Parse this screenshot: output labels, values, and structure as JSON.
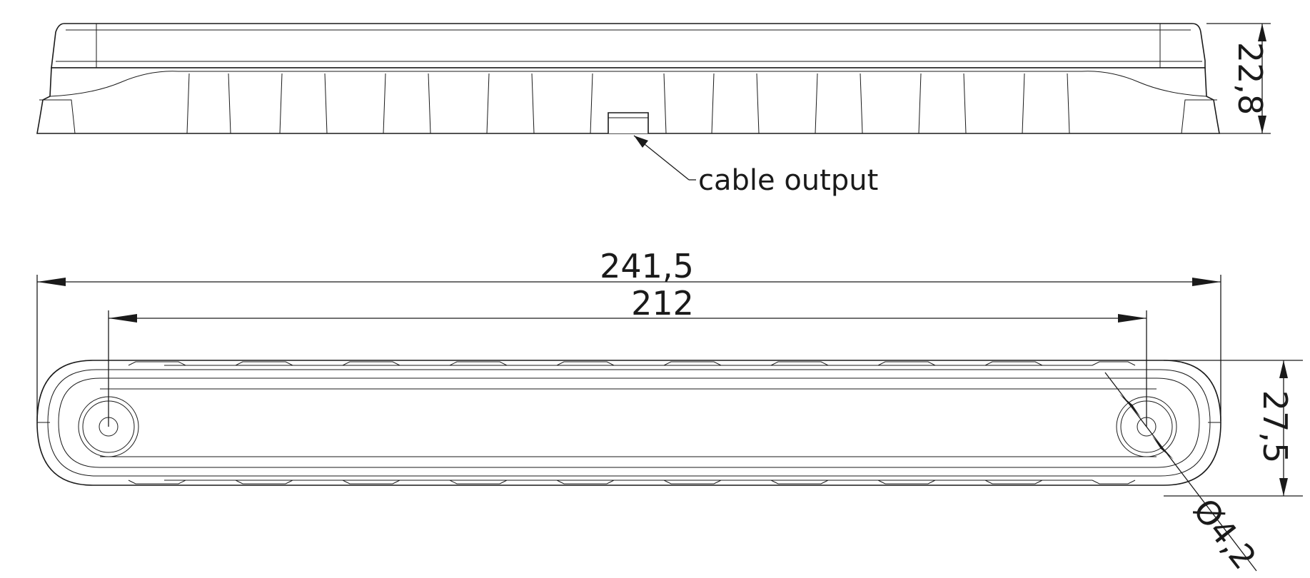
{
  "side_view": {
    "height_dimension": "22,8",
    "callout": "cable output"
  },
  "top_view": {
    "overall_length": "241,5",
    "hole_spacing": "212",
    "width": "27,5",
    "hole_diameter": "Ø4,2"
  }
}
